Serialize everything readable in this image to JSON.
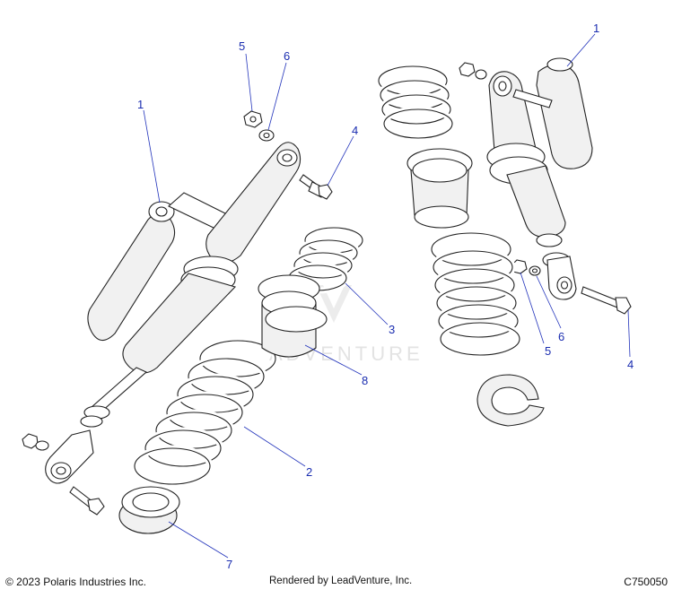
{
  "footer": {
    "copyright": "© 2023 Polaris Industries Inc.",
    "rendered_by": "Rendered by LeadVenture, Inc.",
    "reference_code": "C750050"
  },
  "watermark": "ADVENTURE",
  "callouts": {
    "left_shock": "1",
    "right_shock": "1",
    "main_spring": "2",
    "tender_spring": "3",
    "left_bolt": "4",
    "right_bolt": "4",
    "left_nut": "5",
    "right_nut": "5",
    "left_washer": "6",
    "right_washer": "6",
    "spring_retainer": "7",
    "spring_adapter": "8"
  },
  "colors": {
    "callout": "#1a2db0",
    "line_art": "#222222",
    "watermark": "#e3e3e3"
  }
}
